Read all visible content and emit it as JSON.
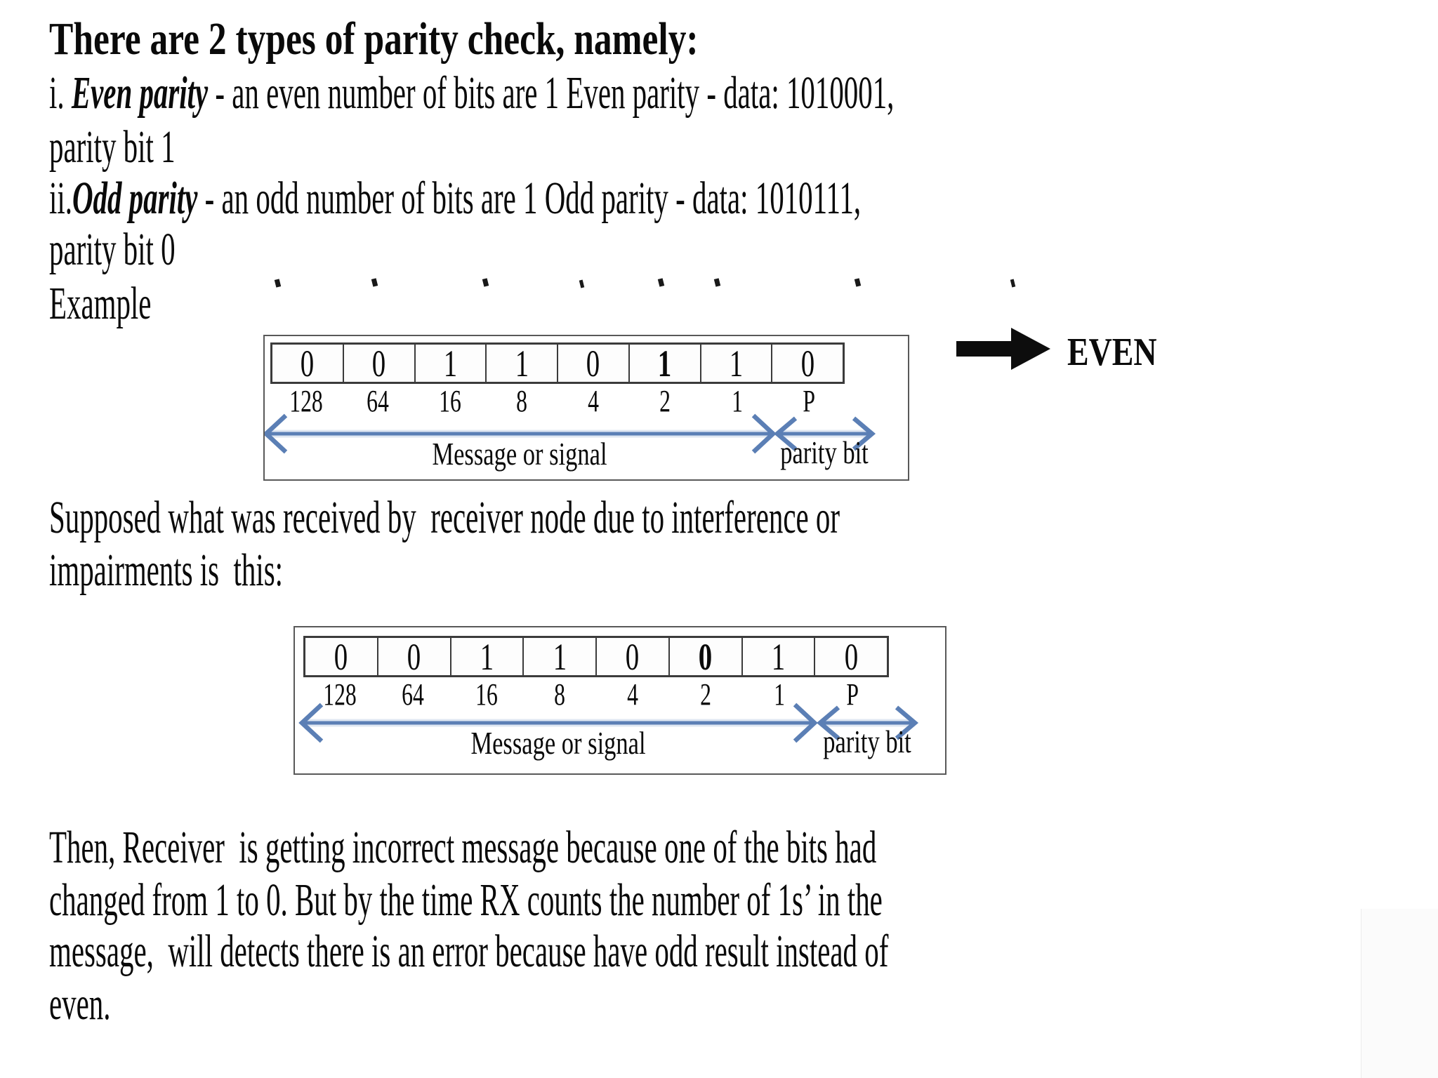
{
  "style": {
    "background": "#ffffff",
    "text_color": "#0a0a0a",
    "border_color": "#595959",
    "arrow_blue": "#5b7fb5",
    "arrow_glow": "#b9c9e2",
    "result_arrow_color": "#0d0d0d"
  },
  "intro": {
    "heading": "There are 2 types of parity check, namely:",
    "item1_prefix": "i. ",
    "item1_term": "Even parity",
    "item1_rest": " - an even number of bits are 1 Even parity - data: 1010001,",
    "item1_cont": "parity bit 1",
    "item2_prefix": "ii.",
    "item2_term": "Odd parity",
    "item2_rest": " - an odd number of bits are 1 Odd parity - data: 1010111,",
    "item2_cont": "parity bit 0",
    "example_label": "Example"
  },
  "diagram1": {
    "bits": [
      "0",
      "0",
      "1",
      "1",
      "0",
      "1",
      "1",
      "0"
    ],
    "bold_index": 5,
    "weights": [
      "128",
      "64",
      "16",
      "8",
      "4",
      "2",
      "1",
      "P"
    ],
    "message_label": "Message or signal",
    "parity_label": "parity bit",
    "result_label": "EVEN"
  },
  "middle": {
    "line1": "Supposed what was received by  receiver node due to interference or",
    "line2": "impairments is  this:"
  },
  "diagram2": {
    "bits": [
      "0",
      "0",
      "1",
      "1",
      "0",
      "0",
      "1",
      "0"
    ],
    "bold_index": 5,
    "weights": [
      "128",
      "64",
      "16",
      "8",
      "4",
      "2",
      "1",
      "P"
    ],
    "message_label": "Message or signal",
    "parity_label": "parity bit"
  },
  "conclusion": {
    "line1": "Then, Receiver  is getting incorrect message because one of the bits had",
    "line2": "changed from 1 to 0. But by the time RX counts the number of 1s’ in the",
    "line3": "message,  will detects there is an error because have odd result instead of",
    "line4": "even."
  }
}
